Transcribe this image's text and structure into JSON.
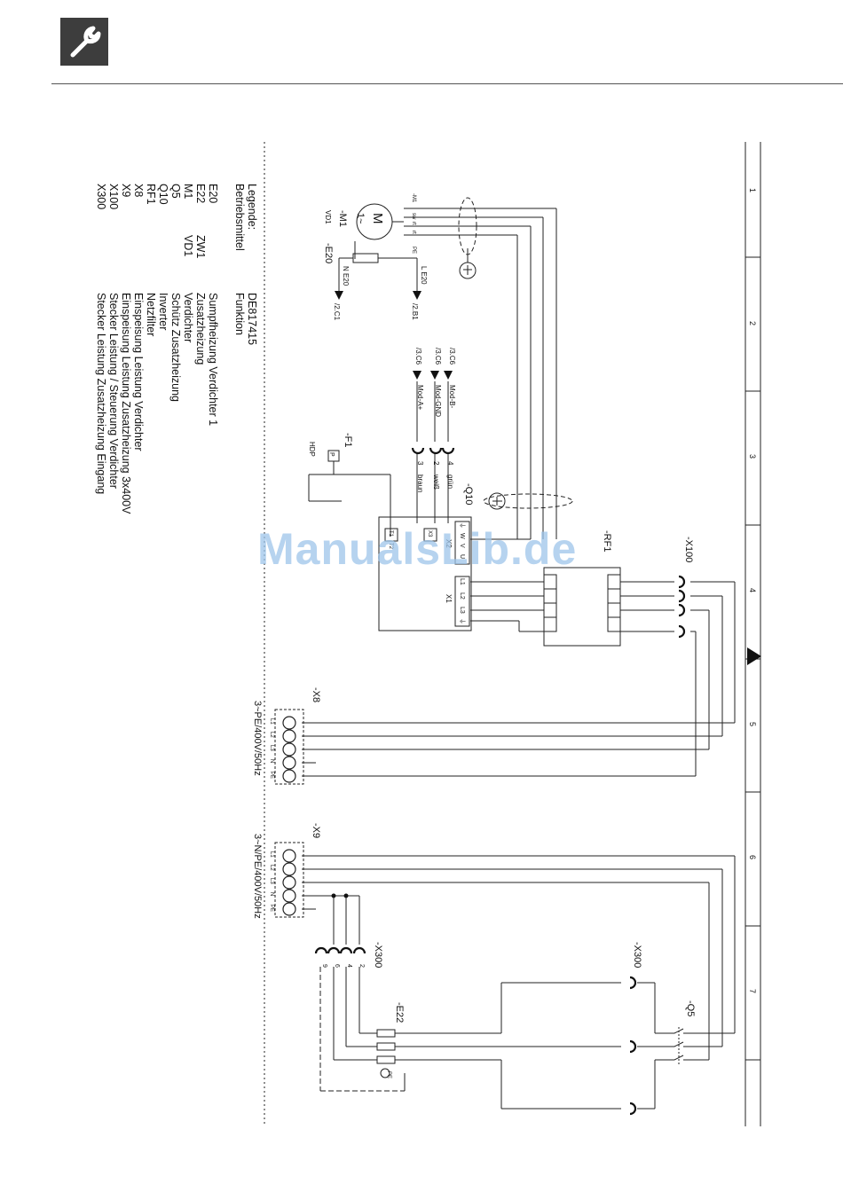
{
  "header": {
    "icon": "wrench-icon"
  },
  "watermark": "ManualsLib.de",
  "legend": {
    "title": "Legende:",
    "col_equipment": "Betriebsmittel",
    "col_doc": "DE817415",
    "col_function": "Funktion",
    "rows": [
      {
        "code": "E20",
        "extra": "",
        "func": "Sumpfheizung Verdichter 1"
      },
      {
        "code": "E22",
        "extra": "ZW1",
        "func": "Zusatzheizung"
      },
      {
        "code": "M1",
        "extra": "VD1",
        "func": "Verdichter"
      },
      {
        "code": "Q5",
        "extra": "",
        "func": "Schütz Zusatzheizung"
      },
      {
        "code": "Q10",
        "extra": "",
        "func": "Inverter"
      },
      {
        "code": "RF1",
        "extra": "",
        "func": "Netzfilter"
      },
      {
        "code": "X8",
        "extra": "",
        "func": "Einspeisung Leistung Verdichter"
      },
      {
        "code": "X9",
        "extra": "",
        "func": "Einspeisung Leistung Zusatzheizung 3x400V"
      },
      {
        "code": "X100",
        "extra": "",
        "func": "Stecker Leistung / Steuerung Verdichter"
      },
      {
        "code": "X300",
        "extra": "",
        "func": "Stecker Leistung Zusatzheizung Eingang"
      }
    ]
  },
  "columns": [
    "1",
    "2",
    "3",
    "4",
    "5",
    "6",
    "7"
  ],
  "labels": {
    "motor_symbol": "M",
    "motor_phase": "1~",
    "m1": "-M1",
    "vd1": "VD1",
    "e20": "-E20",
    "l_e20": "L E20",
    "n_e20": "N E20",
    "ref_2b1": "/2.B1",
    "ref_2c1": "/2.C1",
    "motor_terminals": [
      "-M1",
      "sw",
      "rt",
      "rt",
      "PE"
    ],
    "ref_3c6a": "/3.C6",
    "ref_3c6b": "/3.C6",
    "ref_3c6c": "/3.C6",
    "mod_b": "Mod-B-",
    "mod_gnd": "Mod-GND",
    "mod_a": "Mod-A+",
    "f1": "-F1",
    "hdp": "HDP",
    "p": "P",
    "pin4": "4",
    "pin2": "2",
    "pin3": "3",
    "gruen": "grün",
    "weiss": "weiß",
    "braun": "braun",
    "q10": "-Q10",
    "rf1": "-RF1",
    "x100": "-X100",
    "x1": "X1",
    "x2": "X2",
    "x1_pins": [
      "L1",
      "L2",
      "L3",
      "⏚"
    ],
    "x2_pins": [
      "⏚",
      "W",
      "V",
      "U"
    ],
    "x3_pins": [
      "X3",
      "T1",
      "T2"
    ],
    "x8": "-X8",
    "x8_supply": "3~PE/400V/50Hz",
    "x8_pins": [
      "L1",
      "L2",
      "L3",
      "N",
      "PE"
    ],
    "x9": "-X9",
    "x9_supply": "3~N/PE/400V/50Hz",
    "x9_pins": [
      "L1",
      "L2",
      "L3",
      "N",
      "PE"
    ],
    "x300_a": "-X300",
    "x300_b": "-X300",
    "x300_pins": [
      "9",
      "6",
      "4",
      "2"
    ],
    "e22": "-E22",
    "q5": "-Q5",
    "pe": "PE"
  }
}
